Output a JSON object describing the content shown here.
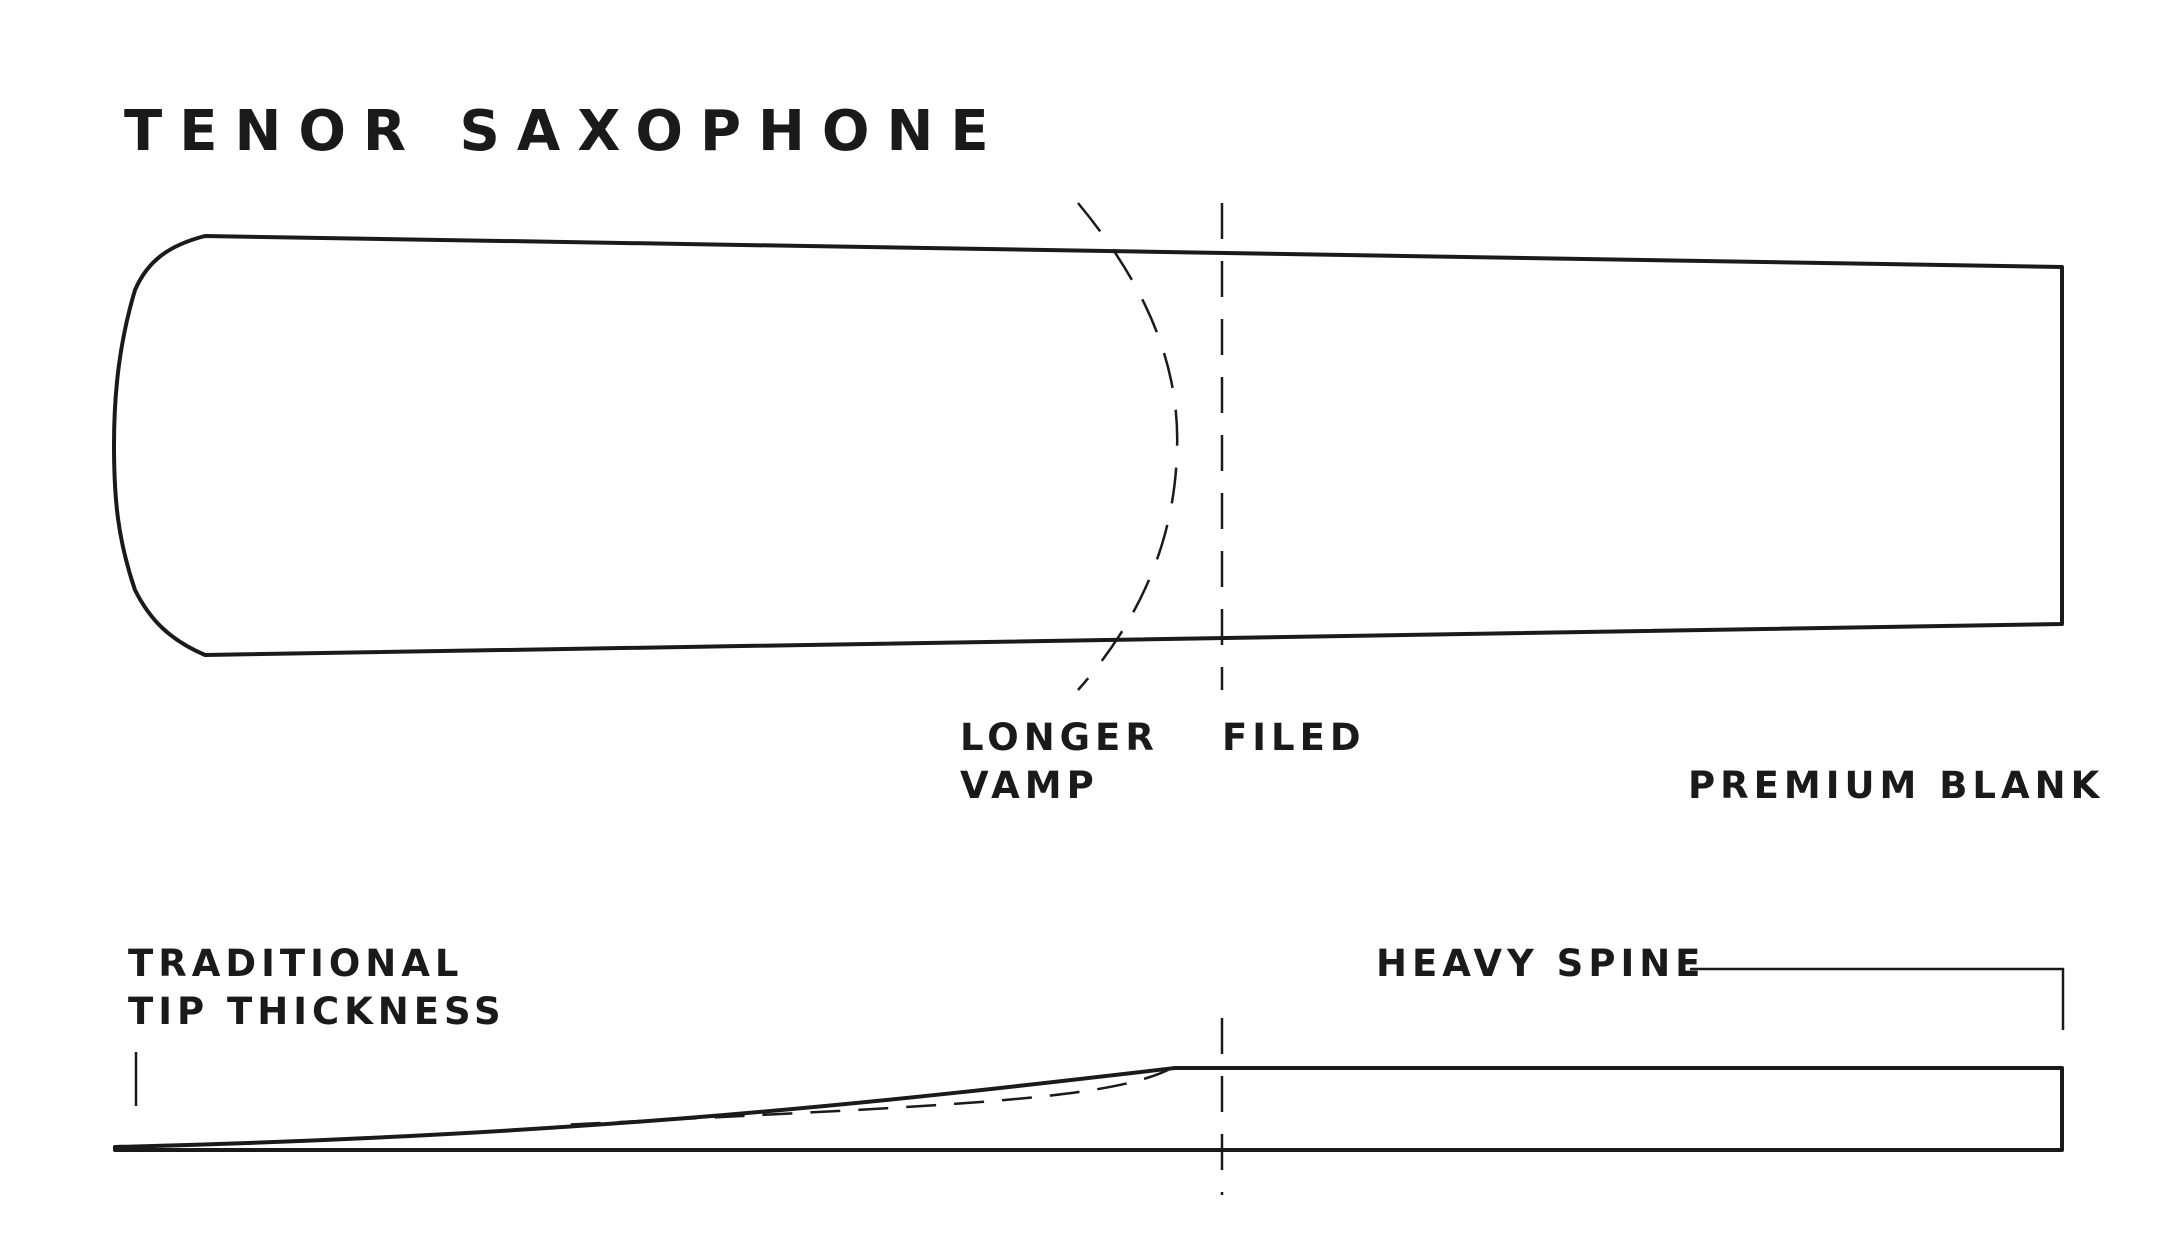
{
  "title": "TENOR SAXOPHONE",
  "labels": {
    "longer_vamp": [
      "LONGER",
      "VAMP"
    ],
    "filed": "FILED",
    "premium_blank": "PREMIUM BLANK",
    "traditional_tip": [
      "TRADITIONAL",
      "TIP THICKNESS"
    ],
    "heavy_spine": "HEAVY SPINE"
  },
  "colors": {
    "ink": "#1a1a1a",
    "background": "#ffffff"
  }
}
